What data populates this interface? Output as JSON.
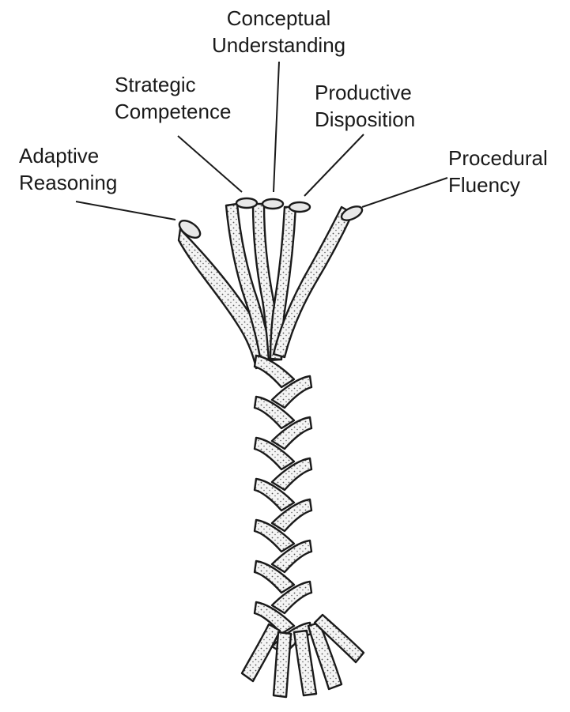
{
  "diagram": {
    "ink_color": "#1a1a1a",
    "strand_fill": "#f4f4f4",
    "stipple_color": "#555555",
    "strands": [
      {
        "id": "adaptive-reasoning",
        "lines": [
          "Adaptive",
          "Reasoning"
        ]
      },
      {
        "id": "strategic-competence",
        "lines": [
          "Strategic",
          "Competence"
        ]
      },
      {
        "id": "conceptual-understanding",
        "lines": [
          "Conceptual",
          "Understanding"
        ]
      },
      {
        "id": "productive-disposition",
        "lines": [
          "Productive",
          "Disposition"
        ]
      },
      {
        "id": "procedural-fluency",
        "lines": [
          "Procedural",
          "Fluency"
        ]
      }
    ]
  }
}
